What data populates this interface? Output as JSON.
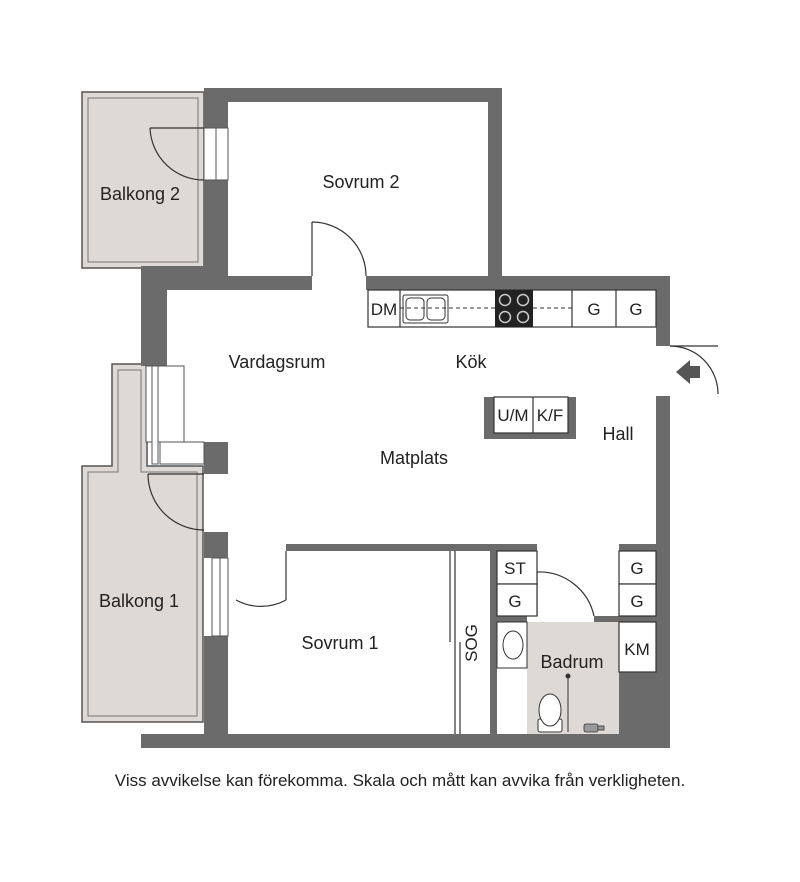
{
  "rooms": {
    "balkong2": "Balkong 2",
    "sovrum2": "Sovrum 2",
    "vardagsrum": "Vardagsrum",
    "kok": "Kök",
    "matplats": "Matplats",
    "hall": "Hall",
    "balkong1": "Balkong 1",
    "sovrum1": "Sovrum 1",
    "badrum": "Badrum"
  },
  "fixtures": {
    "dm": "DM",
    "g1": "G",
    "g2": "G",
    "um": "U/M",
    "kf": "K/F",
    "st": "ST",
    "g3": "G",
    "g4": "G",
    "g5": "G",
    "sog": "SOG",
    "km": "KM"
  },
  "colors": {
    "wall": "#6b6b6b",
    "balcony": "#ded9d4",
    "bathroom": "#ded9d4",
    "line": "#333333"
  },
  "disclaimer": "Viss avvikelse kan förekomma. Skala och mått kan avvika från verkligheten."
}
